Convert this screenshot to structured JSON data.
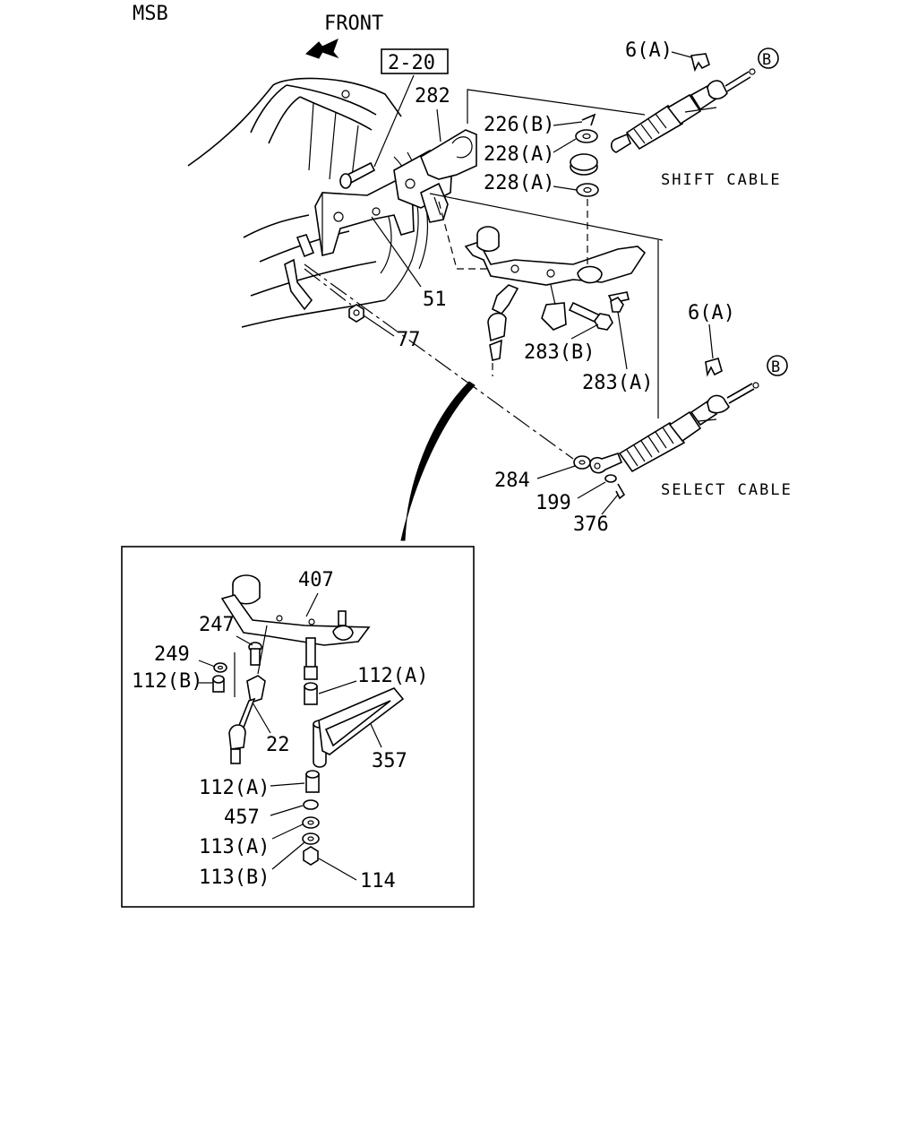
{
  "header": {
    "model_code": "MSB",
    "direction": "FRONT",
    "ref_box": "2-20"
  },
  "cables": {
    "shift": "SHIFT CABLE",
    "select": "SELECT CABLE",
    "connector": "B"
  },
  "callouts": {
    "p282": "282",
    "p6a_top": "6(A)",
    "p226b": "226(B)",
    "p228a_1": "228(A)",
    "p228a_2": "228(A)",
    "p51": "51",
    "p77": "77",
    "p283b": "283(B)",
    "p283a": "283(A)",
    "p6a_mid": "6(A)",
    "p284": "284",
    "p199": "199",
    "p376": "376"
  },
  "detail": {
    "p407": "407",
    "p247": "247",
    "p249": "249",
    "p112b": "112(B)",
    "p112a_1": "112(A)",
    "p22": "22",
    "p357": "357",
    "p112a_2": "112(A)",
    "p457": "457",
    "p113a": "113(A)",
    "p113b": "113(B)",
    "p114": "114"
  }
}
